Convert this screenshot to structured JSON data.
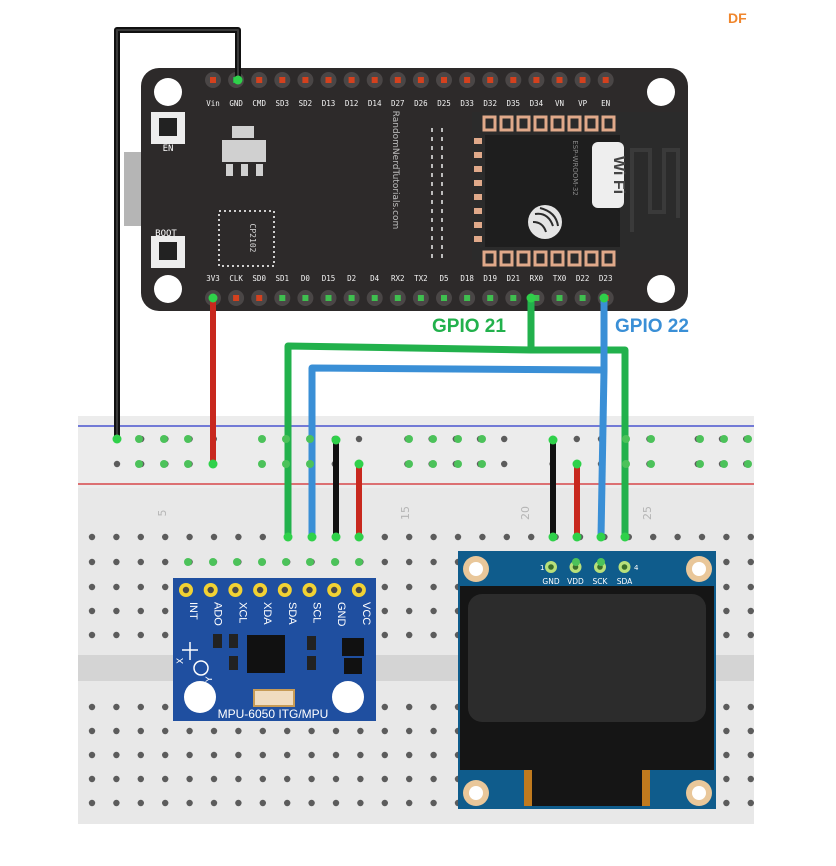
{
  "watermark": "DF",
  "esp32": {
    "top_pins": [
      "Vin",
      "GND",
      "CMD",
      "SD3",
      "SD2",
      "D13",
      "D12",
      "D14",
      "D27",
      "D26",
      "D25",
      "D33",
      "D32",
      "D35",
      "D34",
      "VN",
      "VP",
      "EN"
    ],
    "bottom_pins": [
      "3V3",
      "CLK",
      "SD0",
      "SD1",
      "D0",
      "D15",
      "D2",
      "D4",
      "RX2",
      "TX2",
      "D5",
      "D18",
      "D19",
      "D21",
      "RX0",
      "TX0",
      "D22",
      "D23"
    ],
    "en_button": "EN",
    "boot_button": "BOOT",
    "vertical_text": "RandomNerdTutorials.com",
    "chip_label": "CP2102",
    "module_label": "ESP-WROOM-32",
    "wifi_label": "Wi Fi"
  },
  "labels": {
    "gpio21": "GPIO 21",
    "gpio22": "GPIO 22"
  },
  "colors": {
    "gpio21": "#22b14c",
    "gpio22": "#3a8fd6",
    "gnd_wire": "#1a1a1a",
    "power_wire": "#c8281e",
    "board": "#2d2a2a",
    "mpu_board": "#1f4fa0",
    "oled_board": "#0f5c8c"
  },
  "breadboard": {
    "column_numbers": [
      "5",
      "15",
      "20",
      "25"
    ]
  },
  "mpu6050": {
    "pins": [
      "INT",
      "ADO",
      "XCL",
      "XDA",
      "SDA",
      "SCL",
      "GND",
      "VCC"
    ],
    "name": "MPU-6050 ITG/MPU",
    "axis_x": "X",
    "axis_y": "Y"
  },
  "oled": {
    "pins": [
      "GND",
      "VDD",
      "SCK",
      "SDA"
    ],
    "pin_first": "1",
    "pin_last": "4"
  }
}
